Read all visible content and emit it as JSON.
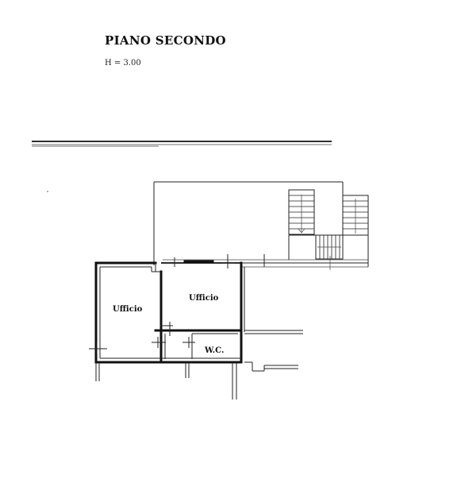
{
  "plan": {
    "title": "PIANO SECONDO",
    "height_note": "H = 3.00"
  },
  "rooms": [
    {
      "id": "ufficio-left",
      "label": "Ufficio"
    },
    {
      "id": "ufficio-center",
      "label": "Ufficio"
    },
    {
      "id": "wc",
      "label": "W.C."
    }
  ],
  "colors": {
    "ink": "#111111",
    "background": "#ffffff"
  }
}
